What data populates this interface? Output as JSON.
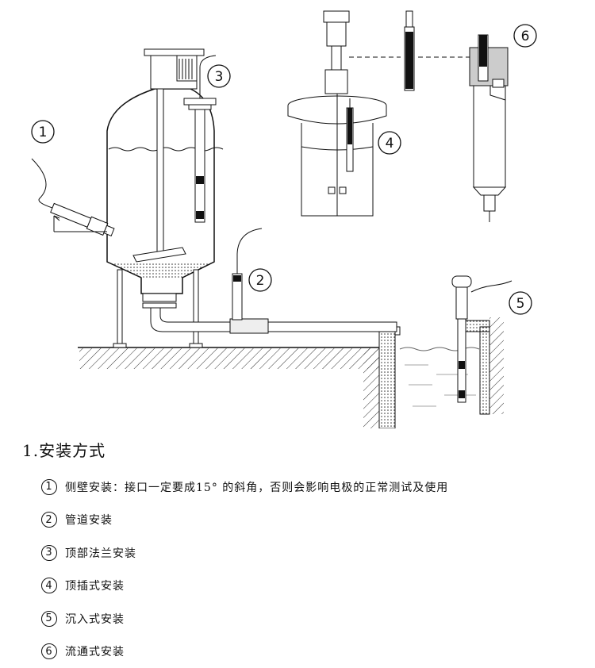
{
  "callouts": [
    "1",
    "2",
    "3",
    "4",
    "5",
    "6"
  ],
  "section": {
    "title": "1.安装方式"
  },
  "methods": [
    {
      "num": "1",
      "text": "侧壁安装：接口一定要成15° 的斜角，否则会影响电极的正常测试及使用"
    },
    {
      "num": "2",
      "text": "管道安装"
    },
    {
      "num": "3",
      "text": "顶部法兰安装"
    },
    {
      "num": "4",
      "text": "顶插式安装"
    },
    {
      "num": "5",
      "text": "沉入式安装"
    },
    {
      "num": "6",
      "text": "流通式安装"
    }
  ]
}
